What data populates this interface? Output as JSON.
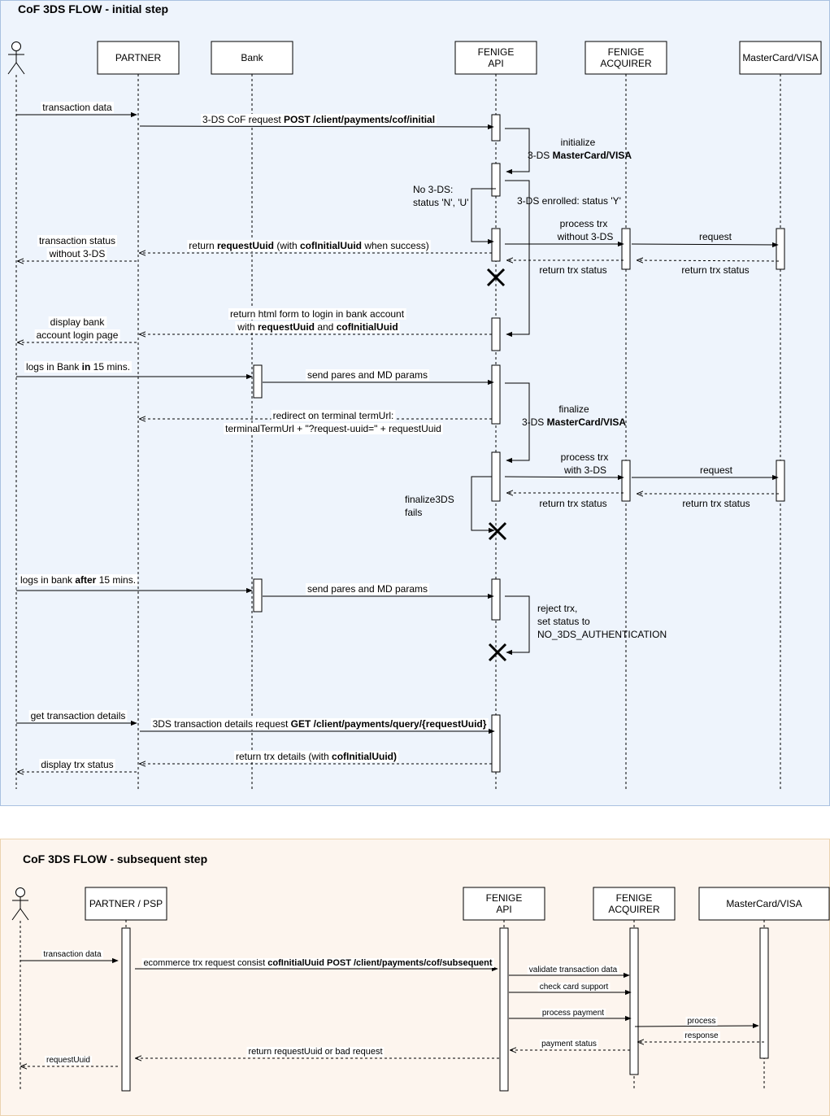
{
  "frames": [
    {
      "title": "CoF 3DS FLOW - initial step",
      "bg": "#eef4fc",
      "border": "#a9c1e0"
    },
    {
      "title": "CoF 3DS FLOW - subsequent step",
      "bg": "#fdf5ee",
      "border": "#ebd3b0"
    }
  ],
  "top": {
    "participants": [
      {
        "id": "actor",
        "kind": "actor"
      },
      {
        "id": "partner",
        "lines": [
          "PARTNER"
        ]
      },
      {
        "id": "bank",
        "lines": [
          "Bank"
        ]
      },
      {
        "id": "fenige-api",
        "lines": [
          "FENIGE",
          "API"
        ]
      },
      {
        "id": "fenige-acquirer",
        "lines": [
          "FENIGE",
          "ACQUIRER"
        ]
      },
      {
        "id": "mastercard-visa",
        "lines": [
          "MasterCard/VISA"
        ]
      }
    ],
    "messages": [
      {
        "name": "msg-transaction-data",
        "parts": [
          [
            "transaction data",
            false
          ]
        ]
      },
      {
        "name": "msg-3ds-cof-request",
        "parts": [
          [
            "3-DS CoF request ",
            false
          ],
          [
            "POST /client/payments/cof/initial",
            true
          ]
        ]
      },
      {
        "name": "msg-initialize-3ds-line1",
        "parts": [
          [
            "initialize",
            false
          ]
        ]
      },
      {
        "name": "msg-initialize-3ds-line2",
        "parts": [
          [
            "3-DS ",
            false
          ],
          [
            "MasterCard/VISA",
            true
          ]
        ]
      },
      {
        "name": "msg-no-3ds-line1",
        "parts": [
          [
            "No 3-DS:",
            false
          ]
        ]
      },
      {
        "name": "msg-no-3ds-line2",
        "parts": [
          [
            "status 'N', 'U'",
            false
          ]
        ]
      },
      {
        "name": "msg-3ds-enrolled",
        "parts": [
          [
            "3-DS enrolled: status 'Y'",
            false
          ]
        ]
      },
      {
        "name": "msg-process-trx-no3ds-line1",
        "parts": [
          [
            "process trx",
            false
          ]
        ]
      },
      {
        "name": "msg-process-trx-no3ds-line2",
        "parts": [
          [
            "without 3-DS",
            false
          ]
        ]
      },
      {
        "name": "msg-request-1",
        "parts": [
          [
            "request",
            false
          ]
        ]
      },
      {
        "name": "msg-transaction-status-line1",
        "parts": [
          [
            "transaction status",
            false
          ]
        ]
      },
      {
        "name": "msg-transaction-status-line2",
        "parts": [
          [
            "without 3-DS",
            false
          ]
        ]
      },
      {
        "name": "msg-return-requestuuid",
        "parts": [
          [
            "return ",
            false
          ],
          [
            "requestUuid",
            true
          ],
          [
            " (with ",
            false
          ],
          [
            "cofInitialUuid",
            true
          ],
          [
            " when success)",
            false
          ]
        ]
      },
      {
        "name": "msg-return-trx-status-1",
        "parts": [
          [
            "return trx status",
            false
          ]
        ]
      },
      {
        "name": "msg-return-trx-status-2",
        "parts": [
          [
            "return trx status",
            false
          ]
        ]
      },
      {
        "name": "msg-display-bank-line1",
        "parts": [
          [
            "display bank",
            false
          ]
        ]
      },
      {
        "name": "msg-display-bank-line2",
        "parts": [
          [
            "account login page",
            false
          ]
        ]
      },
      {
        "name": "msg-return-html-line1",
        "parts": [
          [
            "return html form to login in bank account",
            false
          ]
        ]
      },
      {
        "name": "msg-return-html-line2",
        "parts": [
          [
            "with ",
            false
          ],
          [
            "requestUuid",
            true
          ],
          [
            " and ",
            false
          ],
          [
            "cofInitialUuid",
            true
          ]
        ]
      },
      {
        "name": "msg-logs-in-bank-in",
        "parts": [
          [
            "logs in Bank ",
            false
          ],
          [
            "in",
            true
          ],
          [
            " 15 mins.",
            false
          ]
        ]
      },
      {
        "name": "msg-send-pares-1",
        "parts": [
          [
            "send pares and MD params",
            false
          ]
        ]
      },
      {
        "name": "msg-finalize-line1",
        "parts": [
          [
            "finalize",
            false
          ]
        ]
      },
      {
        "name": "msg-finalize-line2",
        "parts": [
          [
            "3-DS ",
            false
          ],
          [
            "MasterCard/VISA",
            true
          ]
        ]
      },
      {
        "name": "msg-redirect-line1",
        "parts": [
          [
            "redirect on terminal termUrl:",
            false
          ]
        ]
      },
      {
        "name": "msg-redirect-line2",
        "parts": [
          [
            "terminalTermUrl + \"?request-uuid=\" + requestUuid",
            false
          ]
        ]
      },
      {
        "name": "msg-process-trx-3ds-line1",
        "parts": [
          [
            "process trx",
            false
          ]
        ]
      },
      {
        "name": "msg-process-trx-3ds-line2",
        "parts": [
          [
            "with 3-DS",
            false
          ]
        ]
      },
      {
        "name": "msg-request-2",
        "parts": [
          [
            "request",
            false
          ]
        ]
      },
      {
        "name": "msg-finalize3ds-fails-line1",
        "parts": [
          [
            "finalize3DS",
            false
          ]
        ]
      },
      {
        "name": "msg-finalize3ds-fails-line2",
        "parts": [
          [
            "fails",
            false
          ]
        ]
      },
      {
        "name": "msg-return-trx-status-3",
        "parts": [
          [
            "return trx status",
            false
          ]
        ]
      },
      {
        "name": "msg-return-trx-status-4",
        "parts": [
          [
            "return trx status",
            false
          ]
        ]
      },
      {
        "name": "msg-logs-in-bank-after",
        "parts": [
          [
            "logs in bank ",
            false
          ],
          [
            "after",
            true
          ],
          [
            " 15 mins.",
            false
          ]
        ]
      },
      {
        "name": "msg-send-pares-2",
        "parts": [
          [
            "send pares and MD params",
            false
          ]
        ]
      },
      {
        "name": "msg-reject-line1",
        "parts": [
          [
            "reject trx,",
            false
          ]
        ]
      },
      {
        "name": "msg-reject-line2",
        "parts": [
          [
            "set status to",
            false
          ]
        ]
      },
      {
        "name": "msg-reject-line3",
        "parts": [
          [
            "NO_3DS_AUTHENTICATION",
            false
          ]
        ]
      },
      {
        "name": "msg-get-transaction-details",
        "parts": [
          [
            "get transaction details",
            false
          ]
        ]
      },
      {
        "name": "msg-3ds-details-request",
        "parts": [
          [
            "3DS transaction details request ",
            false
          ],
          [
            "GET /client/payments/query/{requestUuid}",
            true
          ]
        ]
      },
      {
        "name": "msg-display-trx-status",
        "parts": [
          [
            "display trx status",
            false
          ]
        ]
      },
      {
        "name": "msg-return-trx-details",
        "parts": [
          [
            "return trx details (with ",
            false
          ],
          [
            "cofInitialUuid)",
            true
          ]
        ]
      }
    ]
  },
  "bottom": {
    "participants": [
      {
        "id": "actor",
        "kind": "actor"
      },
      {
        "id": "partner-psp",
        "lines": [
          "PARTNER / PSP"
        ]
      },
      {
        "id": "fenige-api",
        "lines": [
          "FENIGE",
          "API"
        ]
      },
      {
        "id": "fenige-acquirer",
        "lines": [
          "FENIGE",
          "ACQUIRER"
        ]
      },
      {
        "id": "mastercard-visa",
        "lines": [
          "MasterCard/VISA"
        ]
      }
    ],
    "messages": [
      {
        "name": "msg-sub-transaction-data",
        "parts": [
          [
            "transaction data",
            false
          ]
        ]
      },
      {
        "name": "msg-sub-ecommerce-request",
        "parts": [
          [
            "ecommerce trx request consist ",
            false
          ],
          [
            "cofInitialUuid  POST /client/payments/cof/subsequent",
            true
          ]
        ]
      },
      {
        "name": "msg-sub-validate",
        "parts": [
          [
            "validate transaction data",
            false
          ]
        ]
      },
      {
        "name": "msg-sub-check-card",
        "parts": [
          [
            "check card support",
            false
          ]
        ]
      },
      {
        "name": "msg-sub-process-payment",
        "parts": [
          [
            "process payment",
            false
          ]
        ]
      },
      {
        "name": "msg-sub-process",
        "parts": [
          [
            "process",
            false
          ]
        ]
      },
      {
        "name": "msg-sub-response",
        "parts": [
          [
            "response",
            false
          ]
        ]
      },
      {
        "name": "msg-sub-payment-status",
        "parts": [
          [
            "payment status",
            false
          ]
        ]
      },
      {
        "name": "msg-sub-return-requestuuid",
        "parts": [
          [
            "return requestUuid or bad request",
            false
          ]
        ]
      },
      {
        "name": "msg-sub-requestuuid",
        "parts": [
          [
            "requestUuid",
            false
          ]
        ]
      }
    ]
  }
}
